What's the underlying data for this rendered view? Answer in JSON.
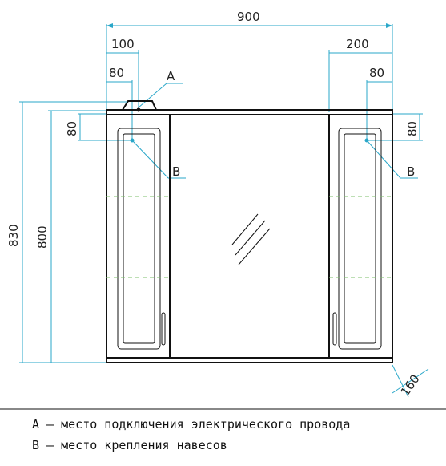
{
  "dimensions": {
    "total_width": "900",
    "left_offset": "100",
    "left_hole": "80",
    "right_offset": "200",
    "right_hole": "80",
    "height_total": "830",
    "height_body": "800",
    "hole_drop_left": "80",
    "hole_drop_right": "80",
    "depth": "160"
  },
  "labels": {
    "a": "A",
    "b_left": "B",
    "b_right": "B"
  },
  "legend": {
    "line_a": "A – место подключения электрического провода",
    "line_b": "B – место крепления навесов"
  },
  "colors": {
    "dimension_line": "#2aa7c9",
    "shelf_line": "#7bbf6a",
    "outline": "#111111"
  }
}
